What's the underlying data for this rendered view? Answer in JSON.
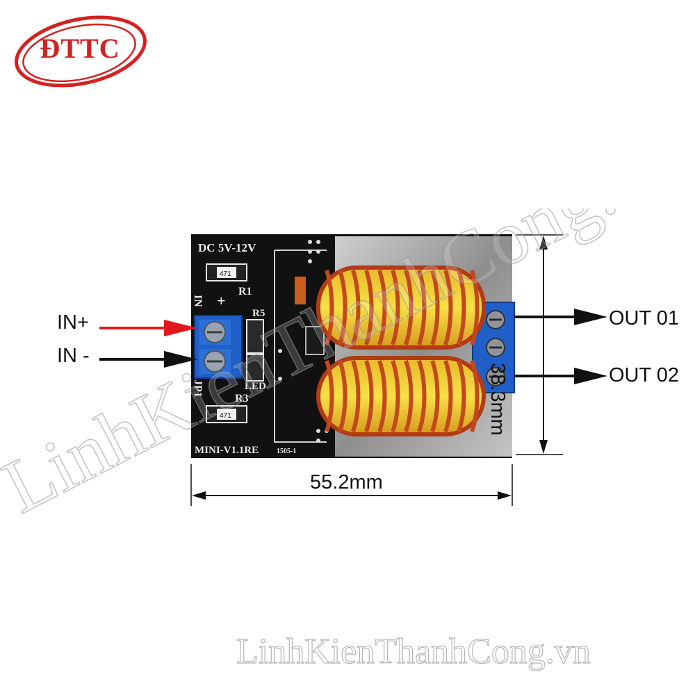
{
  "logo": {
    "text": "ĐTTC"
  },
  "labels": {
    "in_plus": "IN+",
    "in_minus": "IN -",
    "out_01": "OUT 01",
    "out_02": "OUT 02",
    "width": "55.2mm",
    "height": "38.3mm"
  },
  "board_silkscreen": {
    "voltage": "DC 5V-12V",
    "model": "MINI-V1.1RE",
    "resistor_r1": "R1",
    "resistor_r3": "R3",
    "resistor_r5": "R5",
    "resistor_code": "471",
    "led": "LED",
    "in": "IN",
    "jp1": "JP1",
    "plus": "+",
    "date_code": "1505-1"
  },
  "watermark": {
    "main": "LinhKienThanhCong.vn",
    "bottom": "LinhKienThanhCong.vn"
  },
  "colors": {
    "logo_red": "#d42121",
    "arrow_red": "#e3161b",
    "pcb": "#111111",
    "terminal_blue": "#1f5fc7",
    "copper": "#c2491e",
    "core_yellow": "#f2d33a"
  }
}
